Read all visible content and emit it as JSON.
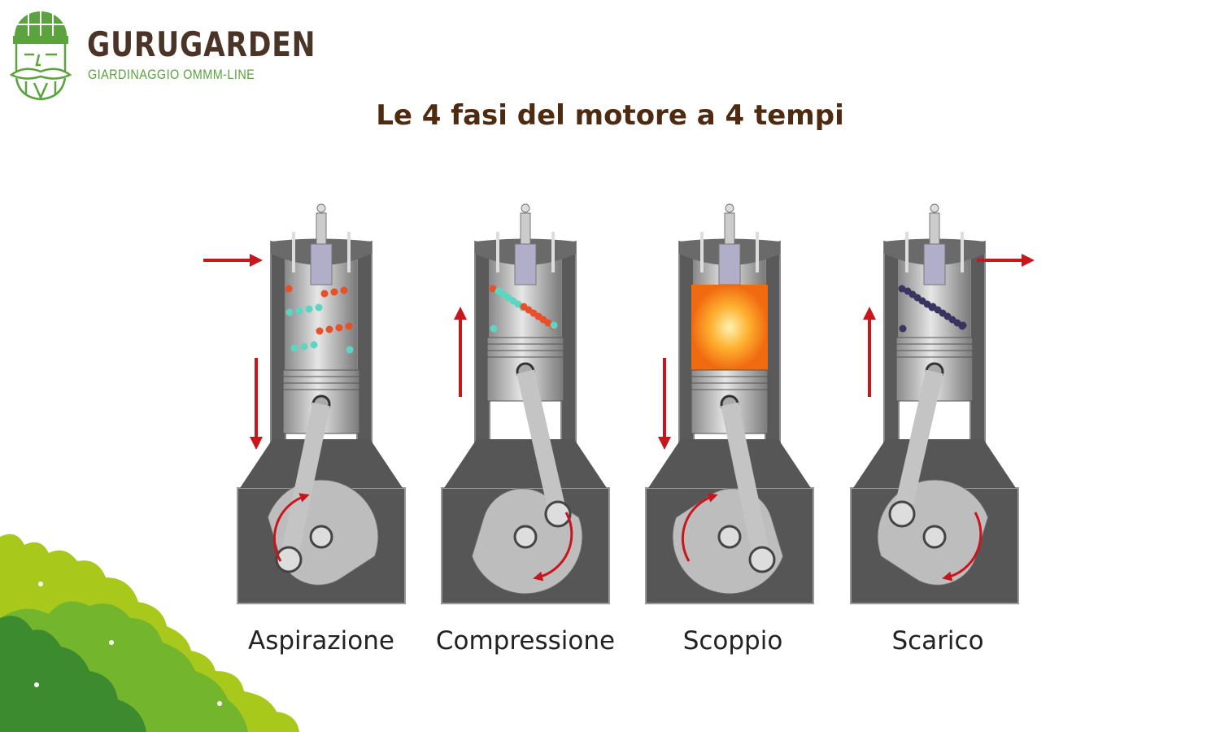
{
  "brand": {
    "name": "GURUGARDEN",
    "tagline": "GIARDINAGGIO OMMM-LINE"
  },
  "title": "Le 4 fasi del motore a 4 tempi",
  "phases": [
    {
      "label": "Aspirazione",
      "piston": "down",
      "gas": "fresh-mixture"
    },
    {
      "label": "Compressione",
      "piston": "up",
      "gas": "compressed-mixture"
    },
    {
      "label": "Scoppio",
      "piston": "down",
      "gas": "combustion"
    },
    {
      "label": "Scarico",
      "piston": "up",
      "gas": "exhaust"
    }
  ],
  "colors": {
    "arrow": "#c8161d",
    "title": "#4e2a10",
    "brand_green": "#5aa33e",
    "brand_brown": "#4a3428"
  }
}
